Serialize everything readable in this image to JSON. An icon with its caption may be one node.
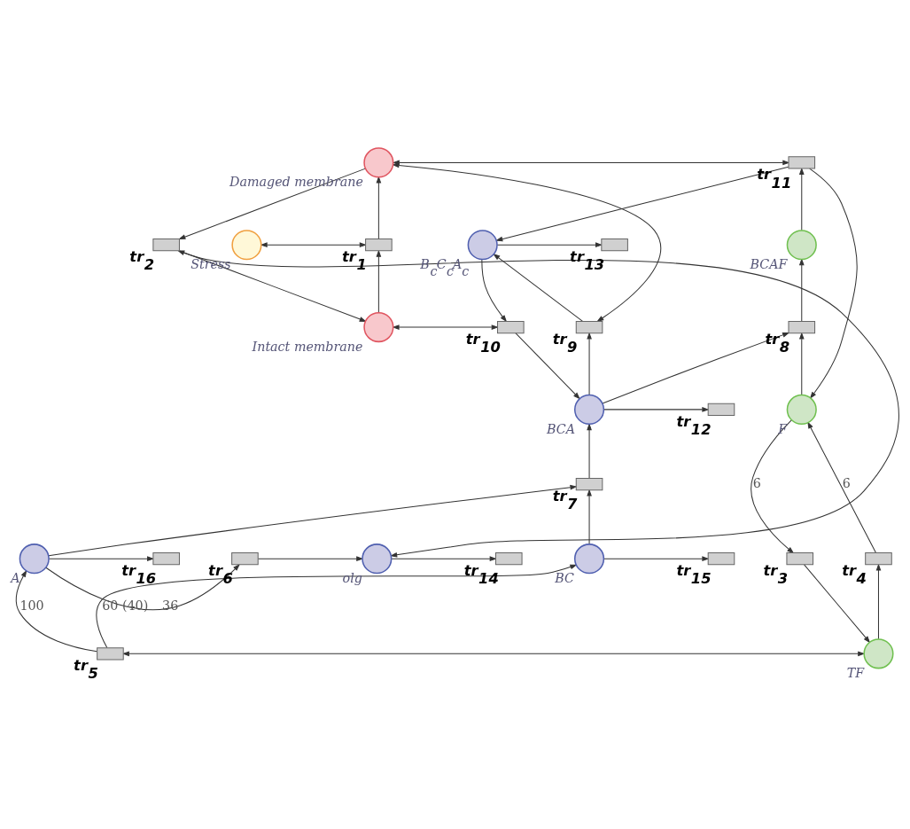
{
  "diagram": {
    "nodes": [
      {
        "text": [
          "Damaged membrane"
        ]
      },
      {
        "text": [
          "tr$_{11}$"
        ]
      },
      {
        "text": [
          "Stress"
        ]
      },
      {
        "text": [
          "tr$_{1}$"
        ]
      },
      {
        "text": [
          "tr$_{2}$"
        ]
      },
      {
        "text": [
          "B$_{c}$C$_{c}$A$_{c}$"
        ]
      },
      {
        "text": [
          "tr$_{13}$"
        ]
      },
      {
        "text": [
          "BCAF"
        ]
      },
      {
        "text": [
          "Intact membrane"
        ]
      },
      {
        "text": [
          "tr$_{10}$"
        ]
      },
      {
        "text": [
          "tr$_{9}$"
        ]
      },
      {
        "text": [
          "tr$_{8}$"
        ]
      },
      {
        "text": [
          "BCA"
        ]
      },
      {
        "text": [
          "tr$_{12}$"
        ]
      },
      {
        "text": [
          "F"
        ]
      },
      {
        "text": [
          "tr$_{7}$"
        ]
      },
      {
        "text": [
          "olg"
        ]
      },
      {
        "text": [
          "tr$_{14}$"
        ]
      },
      {
        "text": [
          "tr$_{6}$"
        ]
      },
      {
        "text": [
          "A"
        ]
      },
      {
        "text": [
          "tr$_{16}$"
        ]
      },
      {
        "text": [
          "tr$_{15}$"
        ]
      },
      {
        "text": [
          "BC"
        ]
      },
      {
        "text": [
          "tr$_{3}$"
        ]
      },
      {
        "text": [
          "tr$_{4}$"
        ]
      },
      {
        "text": [
          "TF"
        ]
      },
      {
        "text": [
          "tr$_{5}$"
        ]
      }
    ],
    "edges": [
      {
        "from": 0,
        "to": 1,
        "arrow": "both"
      },
      {
        "from": 2,
        "to": 3,
        "arrow": "both"
      },
      {
        "from": 3,
        "to": 0,
        "arrow": "to"
      },
      {
        "from": 8,
        "to": 3,
        "arrow": "to"
      },
      {
        "from": 0,
        "to": 4,
        "arrow": "to"
      },
      {
        "from": 4,
        "to": 8,
        "arrow": "to"
      },
      {
        "from": 4,
        "to": 16,
        "arrow": "both"
      },
      {
        "from": 0,
        "to": 10,
        "arrow": "both"
      },
      {
        "from": 8,
        "to": 9,
        "arrow": "both"
      },
      {
        "from": 1,
        "to": 5,
        "arrow": "to"
      },
      {
        "from": 7,
        "to": 1,
        "arrow": "to"
      },
      {
        "from": 1,
        "to": 14,
        "arrow": "to"
      },
      {
        "from": 5,
        "to": 6,
        "arrow": "to"
      },
      {
        "from": 5,
        "to": 9,
        "arrow": "to"
      },
      {
        "from": 10,
        "to": 5,
        "arrow": "to"
      },
      {
        "from": 9,
        "to": 12,
        "arrow": "to"
      },
      {
        "from": 12,
        "to": 10,
        "arrow": "to"
      },
      {
        "from": 12,
        "to": 11,
        "arrow": "to"
      },
      {
        "from": 14,
        "to": 11,
        "arrow": "to"
      },
      {
        "from": 11,
        "to": 7,
        "arrow": "to"
      },
      {
        "from": 12,
        "to": 13,
        "arrow": "to"
      },
      {
        "from": 15,
        "to": 12,
        "arrow": "to"
      },
      {
        "from": 19,
        "to": 15,
        "arrow": "to"
      },
      {
        "from": 22,
        "to": 15,
        "arrow": "to"
      },
      {
        "from": 19,
        "to": 18,
        "arrow": "to",
        "label": "36"
      },
      {
        "from": 18,
        "to": 16,
        "arrow": "to"
      },
      {
        "from": 16,
        "to": 17,
        "arrow": "to"
      },
      {
        "from": 19,
        "to": 20,
        "arrow": "to"
      },
      {
        "from": 22,
        "to": 21,
        "arrow": "to"
      },
      {
        "from": 26,
        "to": 19,
        "arrow": "to",
        "label": "100"
      },
      {
        "from": 26,
        "to": 22,
        "arrow": "to",
        "label": "60 (40)"
      },
      {
        "from": 26,
        "to": 25,
        "arrow": "both"
      },
      {
        "from": 14,
        "to": 23,
        "arrow": "to",
        "label": "6"
      },
      {
        "from": 24,
        "to": 14,
        "arrow": "to",
        "label": "6"
      },
      {
        "from": 23,
        "to": 25,
        "arrow": "to"
      },
      {
        "from": 25,
        "to": 24,
        "arrow": "to"
      }
    ]
  }
}
